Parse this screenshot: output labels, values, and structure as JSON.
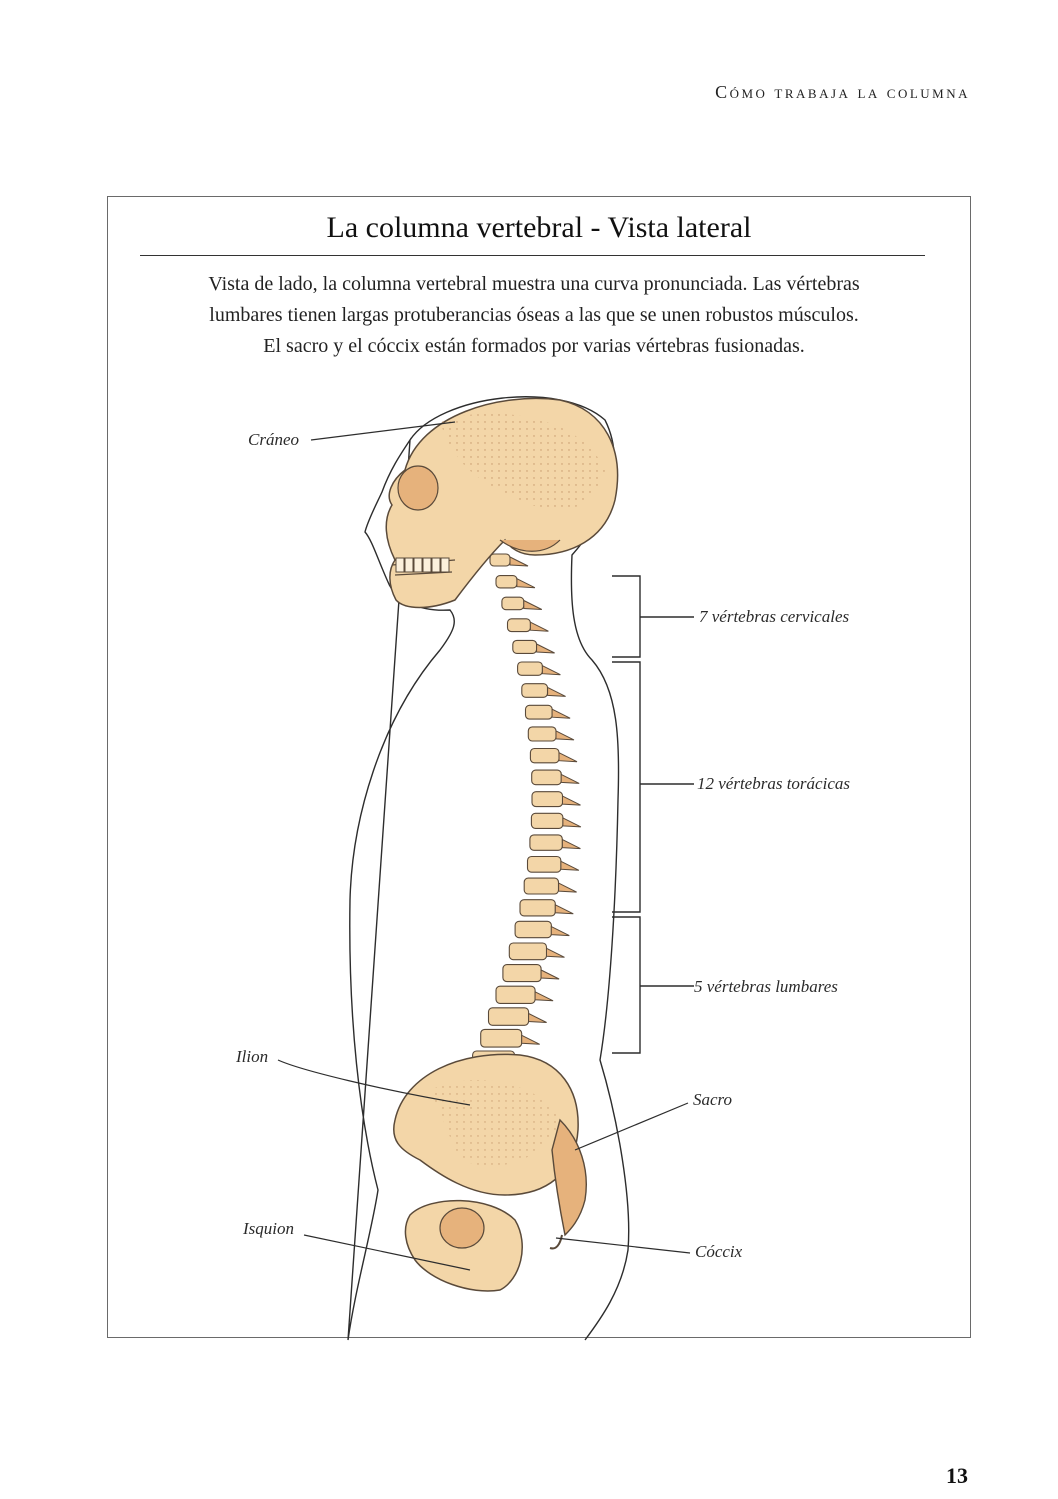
{
  "header": {
    "running_title": "Cómo trabaja la columna"
  },
  "figure": {
    "title": "La columna vertebral - Vista lateral",
    "caption_lines": [
      "Vista de lado, la columna vertebral muestra una curva pronunciada. Las vértebras",
      "lumbares tienen largas protuberancias óseas a las que se unen robustos músculos.",
      "El sacro y el cóccix están formados por varias vértebras fusionadas."
    ],
    "labels": {
      "skull": "Cráneo",
      "cervical": "7 vértebras cervicales",
      "thoracic": "12 vértebras torácicas",
      "lumbar": "5 vértebras lumbares",
      "ilium": "Ilion",
      "sacrum": "Sacro",
      "ischium": "Isquion",
      "coccyx": "Cóccix"
    },
    "colors": {
      "bone": "#f3d6a8",
      "bone_shadow": "#e6b27c",
      "outline": "#5a4a3a"
    }
  },
  "footer": {
    "page_number": "13"
  }
}
